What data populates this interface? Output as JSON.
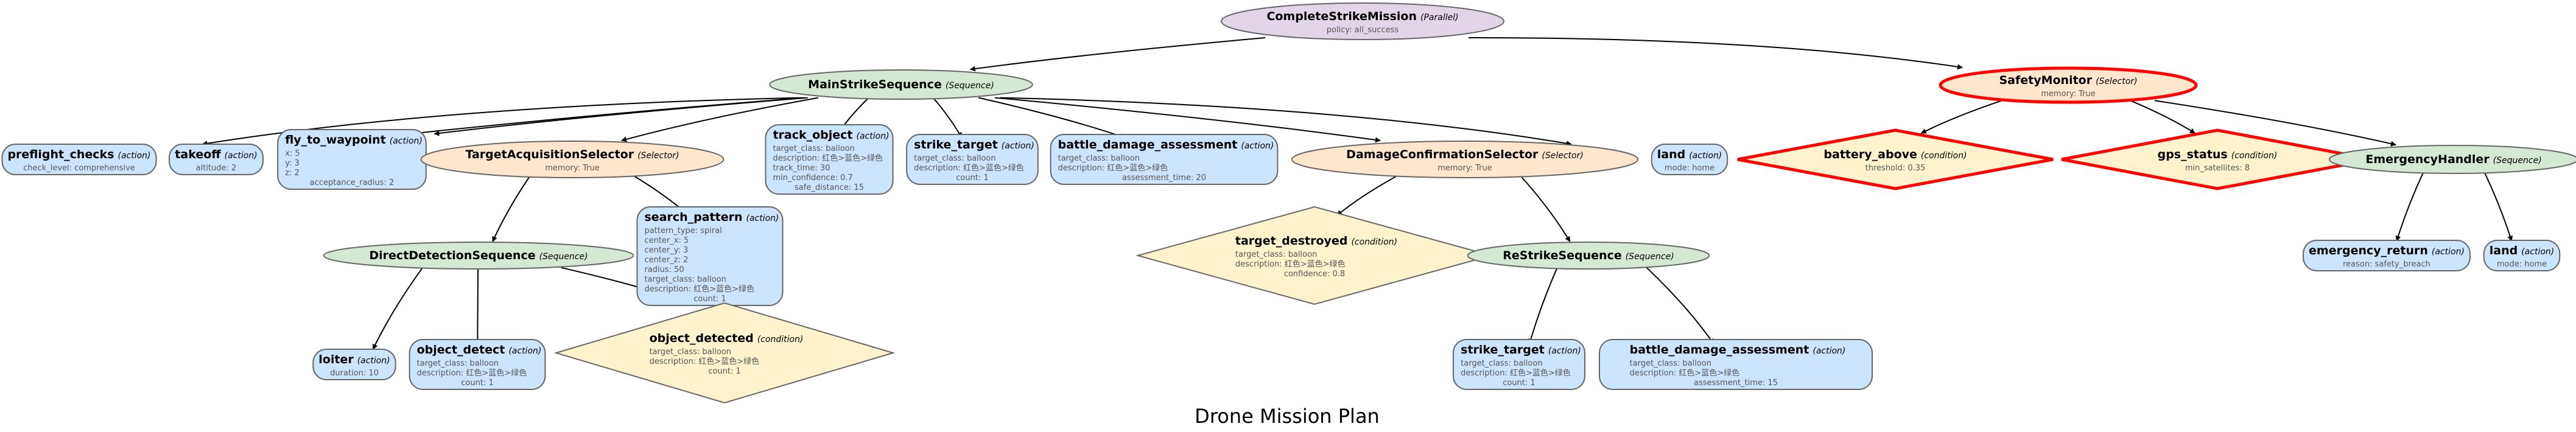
{
  "title": "Drone Mission Plan",
  "colors": {
    "Parallel": "#e1d5e7",
    "Sequence": "#d5e8d4",
    "Selector": "#ffe6cc",
    "action": "#cce5ff",
    "condition": "#fff2cc",
    "border": "#666666",
    "highlight_border": "#ff0000",
    "edge": "#000000"
  },
  "nodes": [
    {
      "id": "root",
      "name": "CompleteStrikeMission",
      "type": "Parallel",
      "params": [
        "policy: all_success"
      ],
      "children": [
        "main",
        "safety"
      ]
    },
    {
      "id": "main",
      "name": "MainStrikeSequence",
      "type": "Sequence",
      "params": [],
      "children": [
        "preflight",
        "takeoff",
        "fly",
        "tas",
        "track",
        "strike1",
        "bda1",
        "dcs",
        "land1"
      ]
    },
    {
      "id": "safety",
      "name": "SafetyMonitor",
      "type": "Selector",
      "params": [
        "memory: True"
      ],
      "highlight": true,
      "children": [
        "battery",
        "gps",
        "emerg"
      ]
    },
    {
      "id": "preflight",
      "name": "preflight_checks",
      "type": "action",
      "params": [
        "check_level: comprehensive"
      ],
      "children": []
    },
    {
      "id": "takeoff",
      "name": "takeoff",
      "type": "action",
      "params": [
        "altitude: 2"
      ],
      "children": []
    },
    {
      "id": "fly",
      "name": "fly_to_waypoint",
      "type": "action",
      "params": [
        "x: 5",
        "y: 3",
        "z: 2",
        "acceptance_radius: 2"
      ],
      "children": []
    },
    {
      "id": "tas",
      "name": "TargetAcquisitionSelector",
      "type": "Selector",
      "params": [
        "memory: True"
      ],
      "children": [
        "dds",
        "search"
      ]
    },
    {
      "id": "track",
      "name": "track_object",
      "type": "action",
      "params": [
        "target_class: balloon",
        "description: 红色>蓝色>绿色",
        "track_time: 30",
        "min_confidence: 0.7",
        "safe_distance: 15"
      ],
      "children": []
    },
    {
      "id": "strike1",
      "name": "strike_target",
      "type": "action",
      "params": [
        "target_class: balloon",
        "description: 红色>蓝色>绿色",
        "count: 1"
      ],
      "children": []
    },
    {
      "id": "bda1",
      "name": "battle_damage_assessment",
      "type": "action",
      "params": [
        "target_class: balloon",
        "description: 红色>蓝色>绿色",
        "assessment_time: 20"
      ],
      "children": []
    },
    {
      "id": "dcs",
      "name": "DamageConfirmationSelector",
      "type": "Selector",
      "params": [
        "memory: True"
      ],
      "children": [
        "destroyed",
        "restrike"
      ]
    },
    {
      "id": "land1",
      "name": "land",
      "type": "action",
      "params": [
        "mode: home"
      ],
      "children": []
    },
    {
      "id": "battery",
      "name": "battery_above",
      "type": "condition",
      "params": [
        "threshold: 0.35"
      ],
      "highlight": true,
      "children": []
    },
    {
      "id": "gps",
      "name": "gps_status",
      "type": "condition",
      "params": [
        "min_satellites: 8"
      ],
      "highlight": true,
      "children": []
    },
    {
      "id": "emerg",
      "name": "EmergencyHandler",
      "type": "Sequence",
      "params": [],
      "children": [
        "eret",
        "land2"
      ]
    },
    {
      "id": "dds",
      "name": "DirectDetectionSequence",
      "type": "Sequence",
      "params": [],
      "children": [
        "loiter",
        "odetect",
        "odetected"
      ]
    },
    {
      "id": "search",
      "name": "search_pattern",
      "type": "action",
      "params": [
        "pattern_type: spiral",
        "center_x: 5",
        "center_y: 3",
        "center_z: 2",
        "radius: 50",
        "target_class: balloon",
        "description: 红色>蓝色>绿色",
        "count: 1"
      ],
      "children": []
    },
    {
      "id": "destroyed",
      "name": "target_destroyed",
      "type": "condition",
      "params": [
        "target_class: balloon",
        "description: 红色>蓝色>绿色",
        "confidence: 0.8"
      ],
      "children": []
    },
    {
      "id": "restrike",
      "name": "ReStrikeSequence",
      "type": "Sequence",
      "params": [],
      "children": [
        "strike2",
        "bda2"
      ]
    },
    {
      "id": "eret",
      "name": "emergency_return",
      "type": "action",
      "params": [
        "reason: safety_breach"
      ],
      "children": []
    },
    {
      "id": "land2",
      "name": "land",
      "type": "action",
      "params": [
        "mode: home"
      ],
      "children": []
    },
    {
      "id": "loiter",
      "name": "loiter",
      "type": "action",
      "params": [
        "duration: 10"
      ],
      "children": []
    },
    {
      "id": "odetect",
      "name": "object_detect",
      "type": "action",
      "params": [
        "target_class: balloon",
        "description: 红色>蓝色>绿色",
        "count: 1"
      ],
      "children": []
    },
    {
      "id": "odetected",
      "name": "object_detected",
      "type": "condition",
      "params": [
        "target_class: balloon",
        "description: 红色>蓝色>绿色",
        "count: 1"
      ],
      "children": []
    },
    {
      "id": "strike2",
      "name": "strike_target",
      "type": "action",
      "params": [
        "target_class: balloon",
        "description: 红色>蓝色>绿色",
        "count: 1"
      ],
      "children": []
    },
    {
      "id": "bda2",
      "name": "battle_damage_assessment",
      "type": "action",
      "params": [
        "target_class: balloon",
        "description: 红色>蓝色>绿色",
        "assessment_time: 15"
      ],
      "children": []
    }
  ]
}
